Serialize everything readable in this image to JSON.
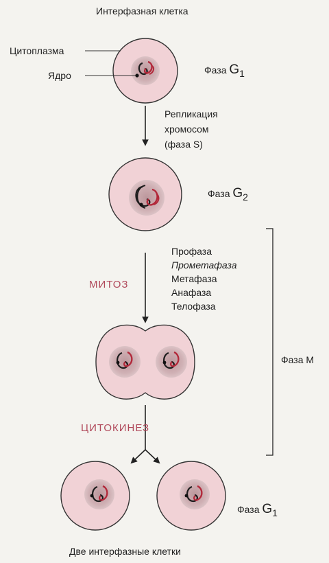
{
  "title_top": "Интерфазная клетка",
  "title_bottom": "Две интерфазные клетки",
  "labels": {
    "cytoplasm": "Цитоплазма",
    "nucleus": "Ядро"
  },
  "phases": {
    "g1_top": {
      "prefix": "Фаза",
      "letter": "G",
      "sub": "1"
    },
    "g2": {
      "prefix": "Фаза",
      "letter": "G",
      "sub": "2"
    },
    "m": "Фаза M",
    "g1_bottom": {
      "prefix": "Фаза",
      "letter": "G",
      "sub": "1"
    }
  },
  "replication": {
    "line1": "Репликация",
    "line2": "хромосом",
    "line3": "(фаза S)"
  },
  "mitosis": {
    "title": "МИТОЗ",
    "stages": [
      "Профаза",
      "Прометафаза",
      "Метафаза",
      "Анафаза",
      "Телофаза"
    ]
  },
  "cytokinesis": "ЦИТОКИНЕЗ",
  "colors": {
    "cell_fill": "#f1d2d6",
    "nucleus_fill": "#c9a9ad",
    "chromosome_dark": "#1c1c1c",
    "chromosome_red": "#b2283a",
    "accent_red": "#b0485a"
  }
}
